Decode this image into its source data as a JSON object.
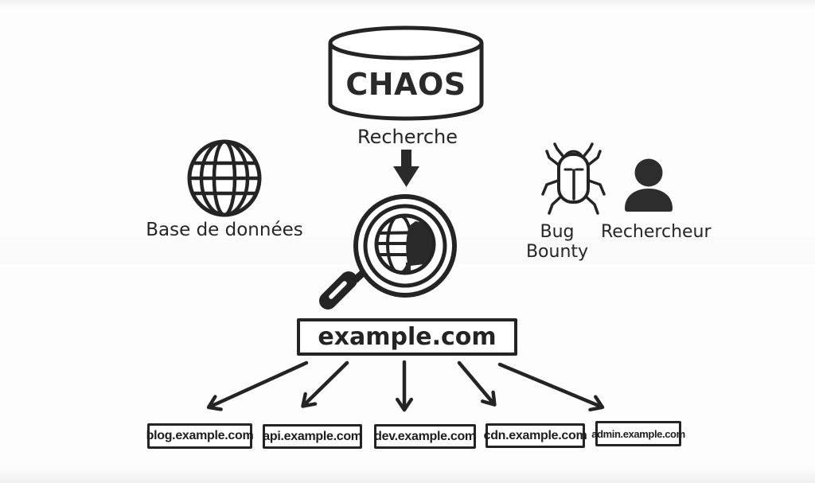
{
  "palette": {
    "background": "#fdfdfd",
    "ink": "#242424",
    "bug_head_fill": "#9b9b9b",
    "silhouette_fill": "#2d2d2d"
  },
  "database": {
    "icon": "database-cylinder-icon",
    "title": "CHAOS",
    "caption": "Recherche"
  },
  "process": {
    "arrow_icon": "arrow-down-icon",
    "search_icon": "magnifier-globe-icon"
  },
  "left_source": {
    "icon": "globe-icon",
    "label": "Base de données"
  },
  "right_sources": [
    {
      "icon": "bug-icon",
      "label": "Bug Bounty"
    },
    {
      "icon": "person-icon",
      "label": "Rechercheur"
    }
  ],
  "target": {
    "domain": "example.com"
  },
  "subdomains": [
    {
      "label": "blog.example.com"
    },
    {
      "label": "api.example.com"
    },
    {
      "label": "dev.example.com"
    },
    {
      "label": "cdn.example.com"
    },
    {
      "label": "admin.example.com"
    }
  ]
}
